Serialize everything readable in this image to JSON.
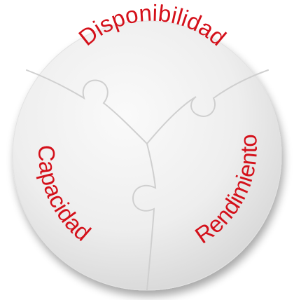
{
  "diagram": {
    "segments": [
      {
        "id": "top",
        "label": "Disponibilidad"
      },
      {
        "id": "left",
        "label": "Capacidad"
      },
      {
        "id": "right",
        "label": "Rendimiento"
      }
    ]
  },
  "colors": {
    "label": "#d4101a",
    "piece_fill_light": "#f7f7f7",
    "piece_fill_dark": "#d9d9d9",
    "seam": "#c9c9c9",
    "background": "#ffffff"
  }
}
